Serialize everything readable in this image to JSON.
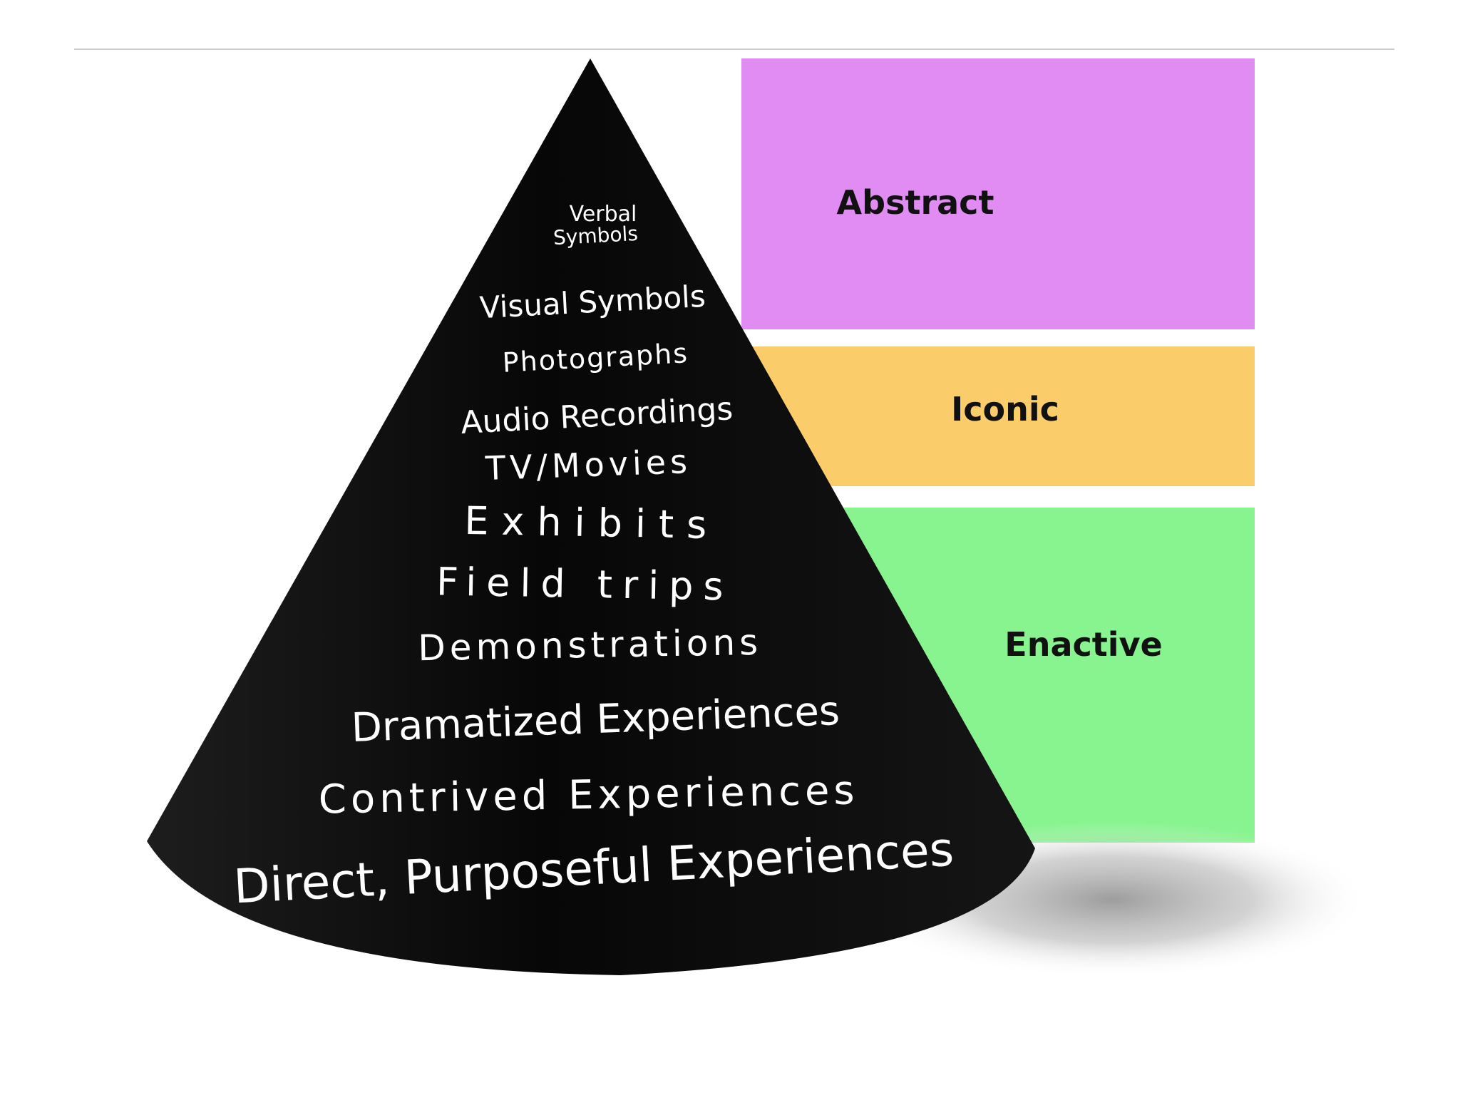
{
  "colors": {
    "abstract": "#e08cf2",
    "iconic": "#fbcd6a",
    "enactive": "#88f48f",
    "cone": "#0b0b0b",
    "cone_text": "#ffffff"
  },
  "bands": [
    {
      "id": "abstract",
      "label": "Abstract"
    },
    {
      "id": "iconic",
      "label": "Iconic"
    },
    {
      "id": "enactive",
      "label": "Enactive"
    }
  ],
  "levels": [
    {
      "line1": "Verbal",
      "line2": "Symbols"
    },
    {
      "line1": "Visual Symbols"
    },
    {
      "line1": "Photographs"
    },
    {
      "line1": "Audio Recordings"
    },
    {
      "line1": "TV/Movies"
    },
    {
      "line1": "Exhibits"
    },
    {
      "line1": "Field trips"
    },
    {
      "line1": "Demonstrations"
    },
    {
      "line1": "Dramatized Experiences"
    },
    {
      "line1": "Contrived Experiences"
    },
    {
      "line1": "Direct, Purposeful Experiences"
    }
  ]
}
